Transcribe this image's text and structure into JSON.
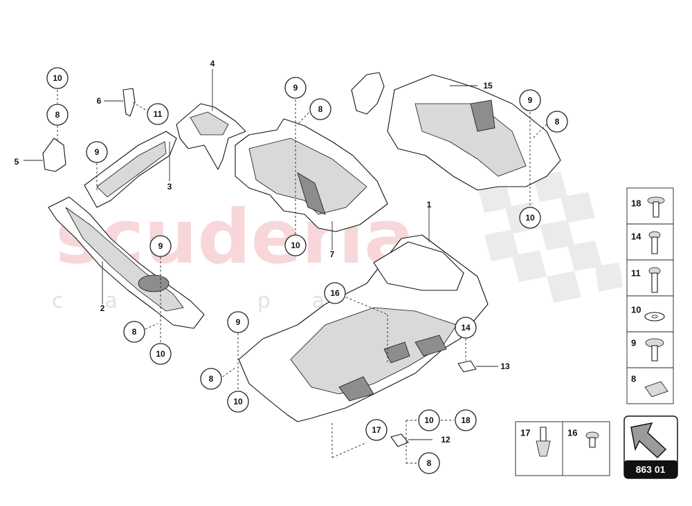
{
  "watermark": {
    "brand": "scuderia",
    "tagline": "car parts",
    "color": "#f2b8bd"
  },
  "diagram_code": "863 01",
  "parts": [
    {
      "id": "1",
      "label": "1"
    },
    {
      "id": "2",
      "label": "2"
    },
    {
      "id": "3",
      "label": "3"
    },
    {
      "id": "4",
      "label": "4"
    },
    {
      "id": "5",
      "label": "5"
    },
    {
      "id": "6",
      "label": "6"
    },
    {
      "id": "7",
      "label": "7"
    },
    {
      "id": "12",
      "label": "12"
    },
    {
      "id": "13",
      "label": "13"
    },
    {
      "id": "15",
      "label": "15"
    }
  ],
  "callouts": [
    "10",
    "8",
    "11",
    "9",
    "9",
    "8",
    "9",
    "8",
    "10",
    "10",
    "9",
    "8",
    "10",
    "16",
    "14",
    "9",
    "8",
    "10",
    "17",
    "10",
    "18",
    "8"
  ],
  "legend_right": [
    "18",
    "14",
    "11",
    "10",
    "9",
    "8"
  ],
  "legend_bottom": [
    "17",
    "16"
  ]
}
